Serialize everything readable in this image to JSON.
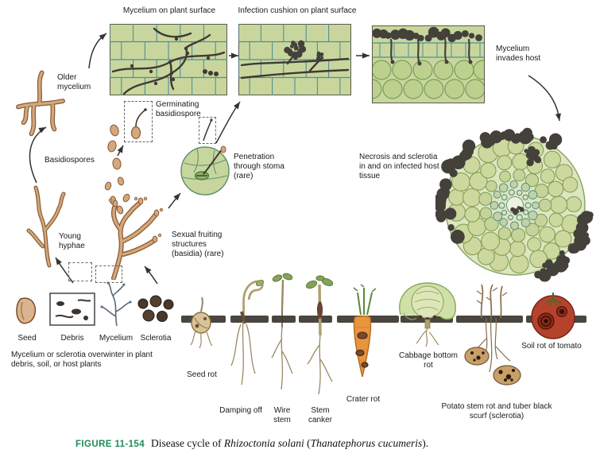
{
  "colors": {
    "figure_label": "#1d8a5a",
    "text": "#1a1a1a",
    "arrow": "#333333",
    "cell_fill": "#c8d69e",
    "cell_fill2": "#bdd08e",
    "cell_line": "#4f8f96",
    "panel_border": "#5a5a4a",
    "hyphae": "#3f3a33",
    "necrosis": "#44403a",
    "tan": "#d3a87c",
    "tan_dark": "#8a5a33",
    "soil": "#4a463f"
  },
  "labels": {
    "panel1": "Mycelium on plant surface",
    "panel2": "Infection cushion on plant surface",
    "invades": "Mycelium invades host",
    "older": "Older mycelium",
    "germinating": "Germinating basidiospore",
    "basidiospores": "Basidiospores",
    "stoma": "Penetration through stoma (rare)",
    "necrosis": "Necrosis and sclerotia in and on infected host tissue",
    "young": "Young hyphae",
    "fruiting": "Sexual fruiting structures (basidia) (rare)",
    "overwinter": "Mycelium or sclerotia overwinter in plant debris, soil, or host plants"
  },
  "soil_items": [
    {
      "label": "Seed"
    },
    {
      "label": "Debris"
    },
    {
      "label": "Mycelium"
    },
    {
      "label": "Sclerotia"
    }
  ],
  "diseases": [
    {
      "label": "Seed rot"
    },
    {
      "label": "Damping off"
    },
    {
      "label": "Wire stem"
    },
    {
      "label": "Stem canker"
    },
    {
      "label": "Crater rot"
    },
    {
      "label": "Cabbage bottom rot"
    },
    {
      "label": "Potato stem rot and tuber black scurf (sclerotia)"
    },
    {
      "label": "Soil rot of tomato"
    }
  ],
  "caption": {
    "figure_label": "FIGURE 11-154",
    "text_before": "Disease cycle of ",
    "species_1": "Rhizoctonia solani",
    "text_mid": " (",
    "species_2": "Thanatephorus cucumeris",
    "text_after": ")."
  }
}
